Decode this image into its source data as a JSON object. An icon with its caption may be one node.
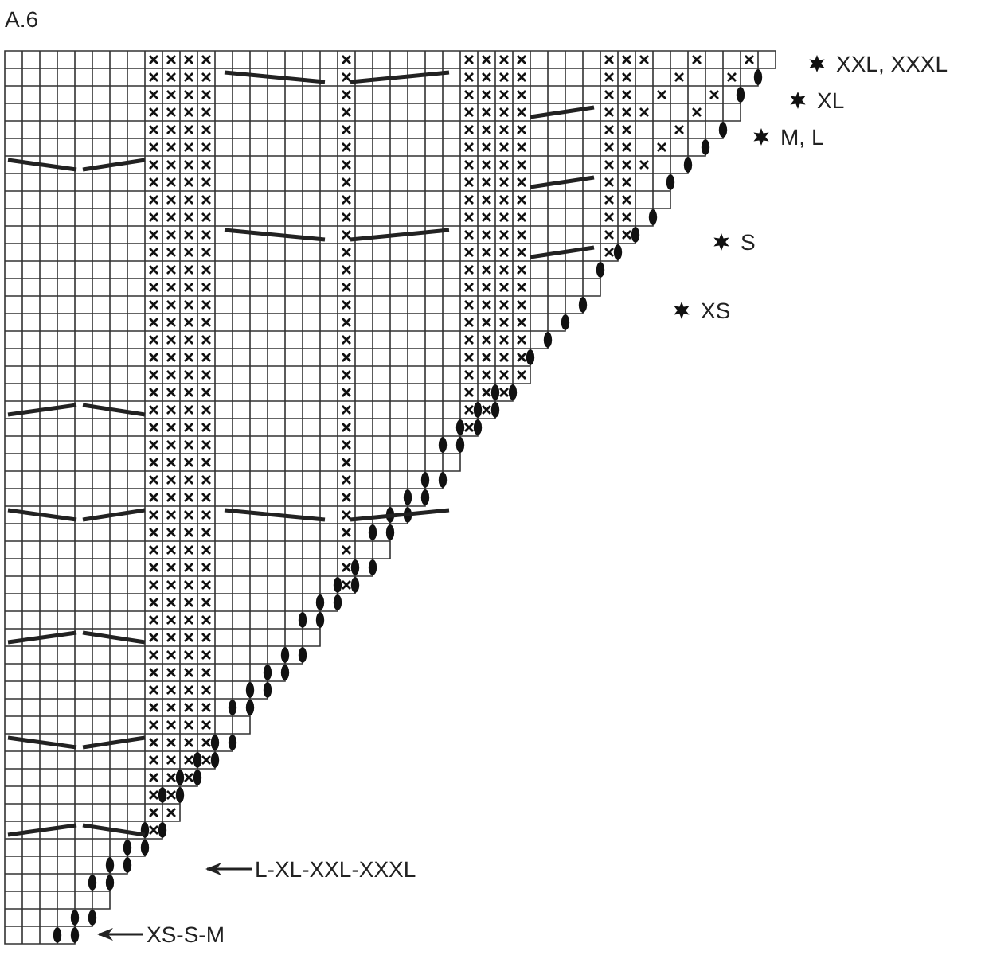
{
  "diagram": {
    "title": "A.6",
    "nodes": [
      {
        "text": [
          "L-XL-XXL-XXXL"
        ]
      },
      {
        "text": [
          "XS-S-M"
        ]
      }
    ],
    "edges": [
      {
        "from": 0,
        "to": null,
        "arrow": "to"
      },
      {
        "from": 1,
        "to": null,
        "arrow": "to"
      }
    ],
    "labels": [
      "XXL, XXXL",
      "XL",
      "M, L",
      "S",
      "XS"
    ]
  }
}
